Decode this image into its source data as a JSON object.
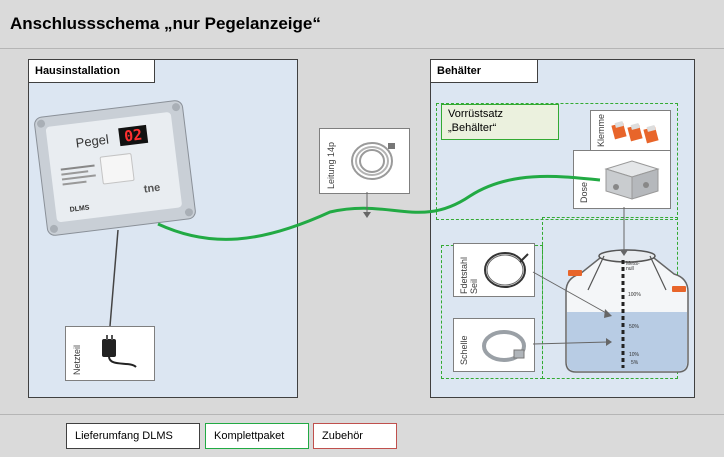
{
  "title": "Anschlussschema  „nur Pegelanzeige“",
  "panels": {
    "left": "Hausinstallation",
    "right": "Behälter"
  },
  "device": {
    "name": "Pegel",
    "display": "02",
    "model": "DLMS",
    "brand": "tne"
  },
  "cards": {
    "netzteil": "Netzteil",
    "leitung": "Leitung 14p",
    "klemme": "Klemme",
    "dose": "Dose",
    "seil": "Fdetstahl Seil",
    "schelle": "Schelle"
  },
  "kit": {
    "line1": "Vorrüstsatz",
    "line2": "„Behälter“"
  },
  "tank": {
    "marks": [
      "Mess-\nnull",
      "100%",
      "50%",
      "10%",
      "5%"
    ]
  },
  "legend": {
    "dlms": "Lieferumfang DLMS",
    "komplett": "Komplettpaket",
    "zubehoer": "Zubehör"
  },
  "colors": {
    "panel": "#dce6f2",
    "green": "#22aa44",
    "red": "#c0504d"
  }
}
